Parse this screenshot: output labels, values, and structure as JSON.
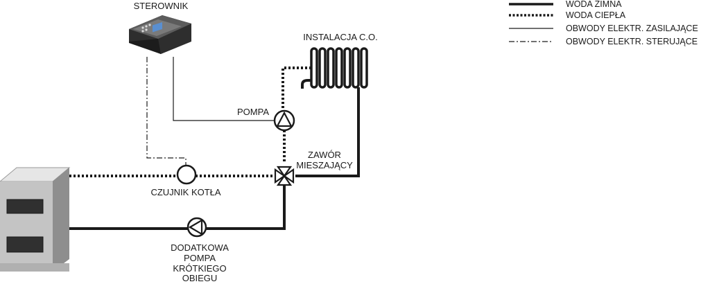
{
  "legend": {
    "items": [
      {
        "label": "WODA ZIMNA",
        "style": "thick-solid"
      },
      {
        "label": "WODA CIEPŁA",
        "style": "thick-dotted"
      },
      {
        "label": "OBWODY ELEKTR. ZASILAJĄCE",
        "style": "thin-solid"
      },
      {
        "label": "OBWODY ELEKTR. STERUJĄCE",
        "style": "thin-dashdot"
      }
    ]
  },
  "labels": {
    "controller": "STEROWNIK",
    "heating_installation": "INSTALACJA C.O.",
    "pump": "POMPA",
    "mixing_valve_line1": "ZAWÓR",
    "mixing_valve_line2": "MIESZAJĄCY",
    "boiler_sensor": "CZUJNIK KOTŁA",
    "extra_pump_line1": "DODATKOWA",
    "extra_pump_line2": "POMPA",
    "extra_pump_line3": "KRÓTKIEGO",
    "extra_pump_line4": "OBIEGU"
  },
  "colors": {
    "line": "#1a1a1a",
    "boiler_front": "#c4c4c4",
    "boiler_side": "#8e8e8e",
    "boiler_top": "#e6e6e6",
    "controller_body": "#3a3a3a",
    "controller_screen": "#5a8fd0"
  }
}
